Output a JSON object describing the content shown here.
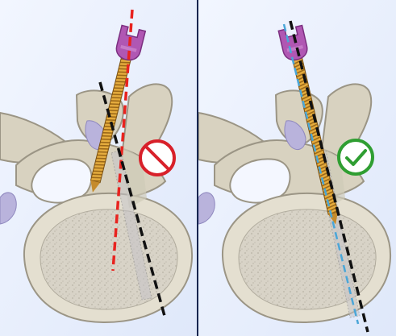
{
  "figure": {
    "panels": [
      {
        "id": "left",
        "screw_trajectory": "misaligned",
        "status_icon": "prohibited-icon",
        "trajectory_line_color": "#e8231f",
        "reference_line_color": "#111111",
        "status_color": "#d8202a"
      },
      {
        "id": "right",
        "screw_trajectory": "aligned",
        "status_icon": "check-icon",
        "trajectory_line_color": "#4aa6d8",
        "reference_line_color": "#111111",
        "status_color": "#2f9e32"
      }
    ],
    "colors": {
      "background_border": "#10254f",
      "panel_background": "#e6eefb",
      "bone_fill": "#d8d2c0",
      "bone_outline": "#9b9585",
      "vertebral_body_fill": "#d6d2c6",
      "nerve_fill": "#b9b3dc",
      "screw_head": "#b057b3",
      "screw_shaft": "#e3a83a"
    }
  }
}
